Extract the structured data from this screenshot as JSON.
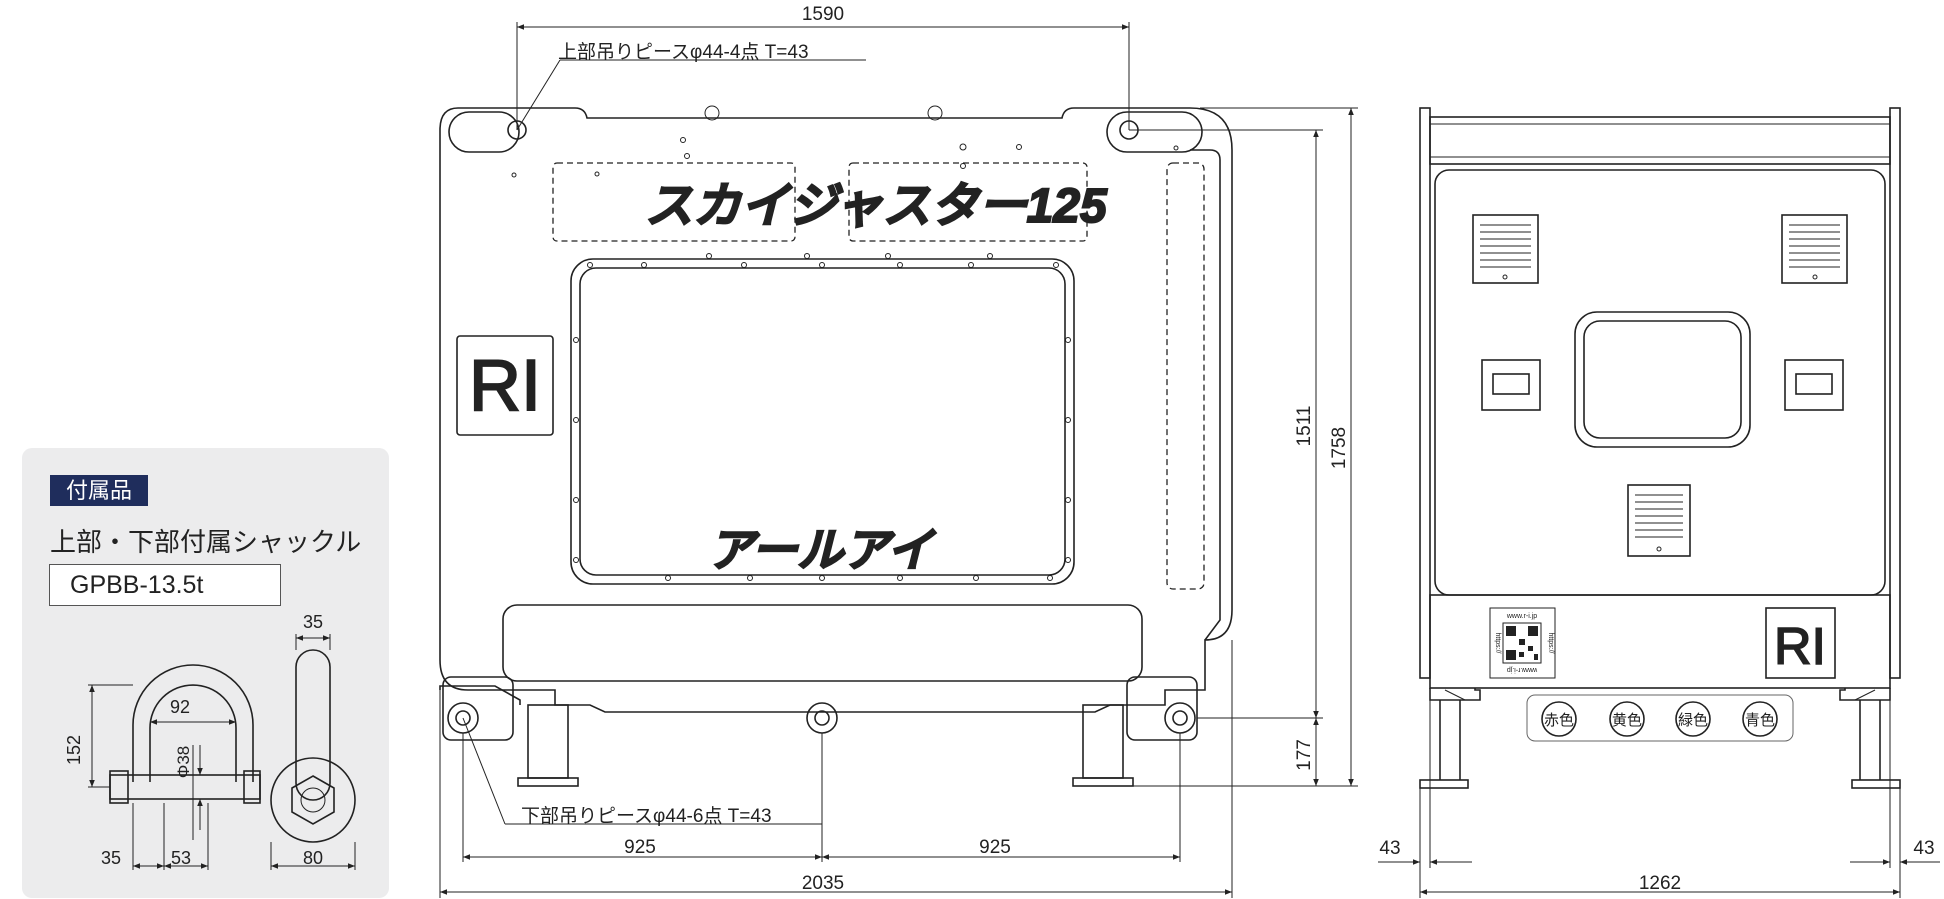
{
  "accessory": {
    "badge": "付属品",
    "subtitle": "上部・下部付属シャックル",
    "model": "GPBB-13.5t",
    "dims": {
      "d35_top": "35",
      "d92": "92",
      "d152": "152",
      "d38": "Φ38",
      "d35_bottom": "35",
      "d53": "53",
      "d80": "80"
    }
  },
  "front": {
    "upper_piece_note": "上部吊りピースφ44-4点 T=43",
    "lower_piece_note": "下部吊りピースφ44-6点 T=43",
    "product_name": "スカイジャスター125",
    "brand_name": "アールアイ",
    "logo": "RI",
    "dims": {
      "top_width": "1590",
      "h1511": "1511",
      "h1758": "1758",
      "h177": "177",
      "w925_left": "925",
      "w925_right": "925",
      "total_width": "2035"
    }
  },
  "side": {
    "logo": "RI",
    "qr_top": "www.r-i.jp",
    "qr_side_left": "https://",
    "qr_side_right": "https://",
    "qr_bottom": "www.r-i.jp",
    "lamps": [
      "赤色",
      "黄色",
      "緑色",
      "青色"
    ],
    "dims": {
      "left43": "43",
      "right43": "43",
      "width1262": "1262"
    }
  }
}
